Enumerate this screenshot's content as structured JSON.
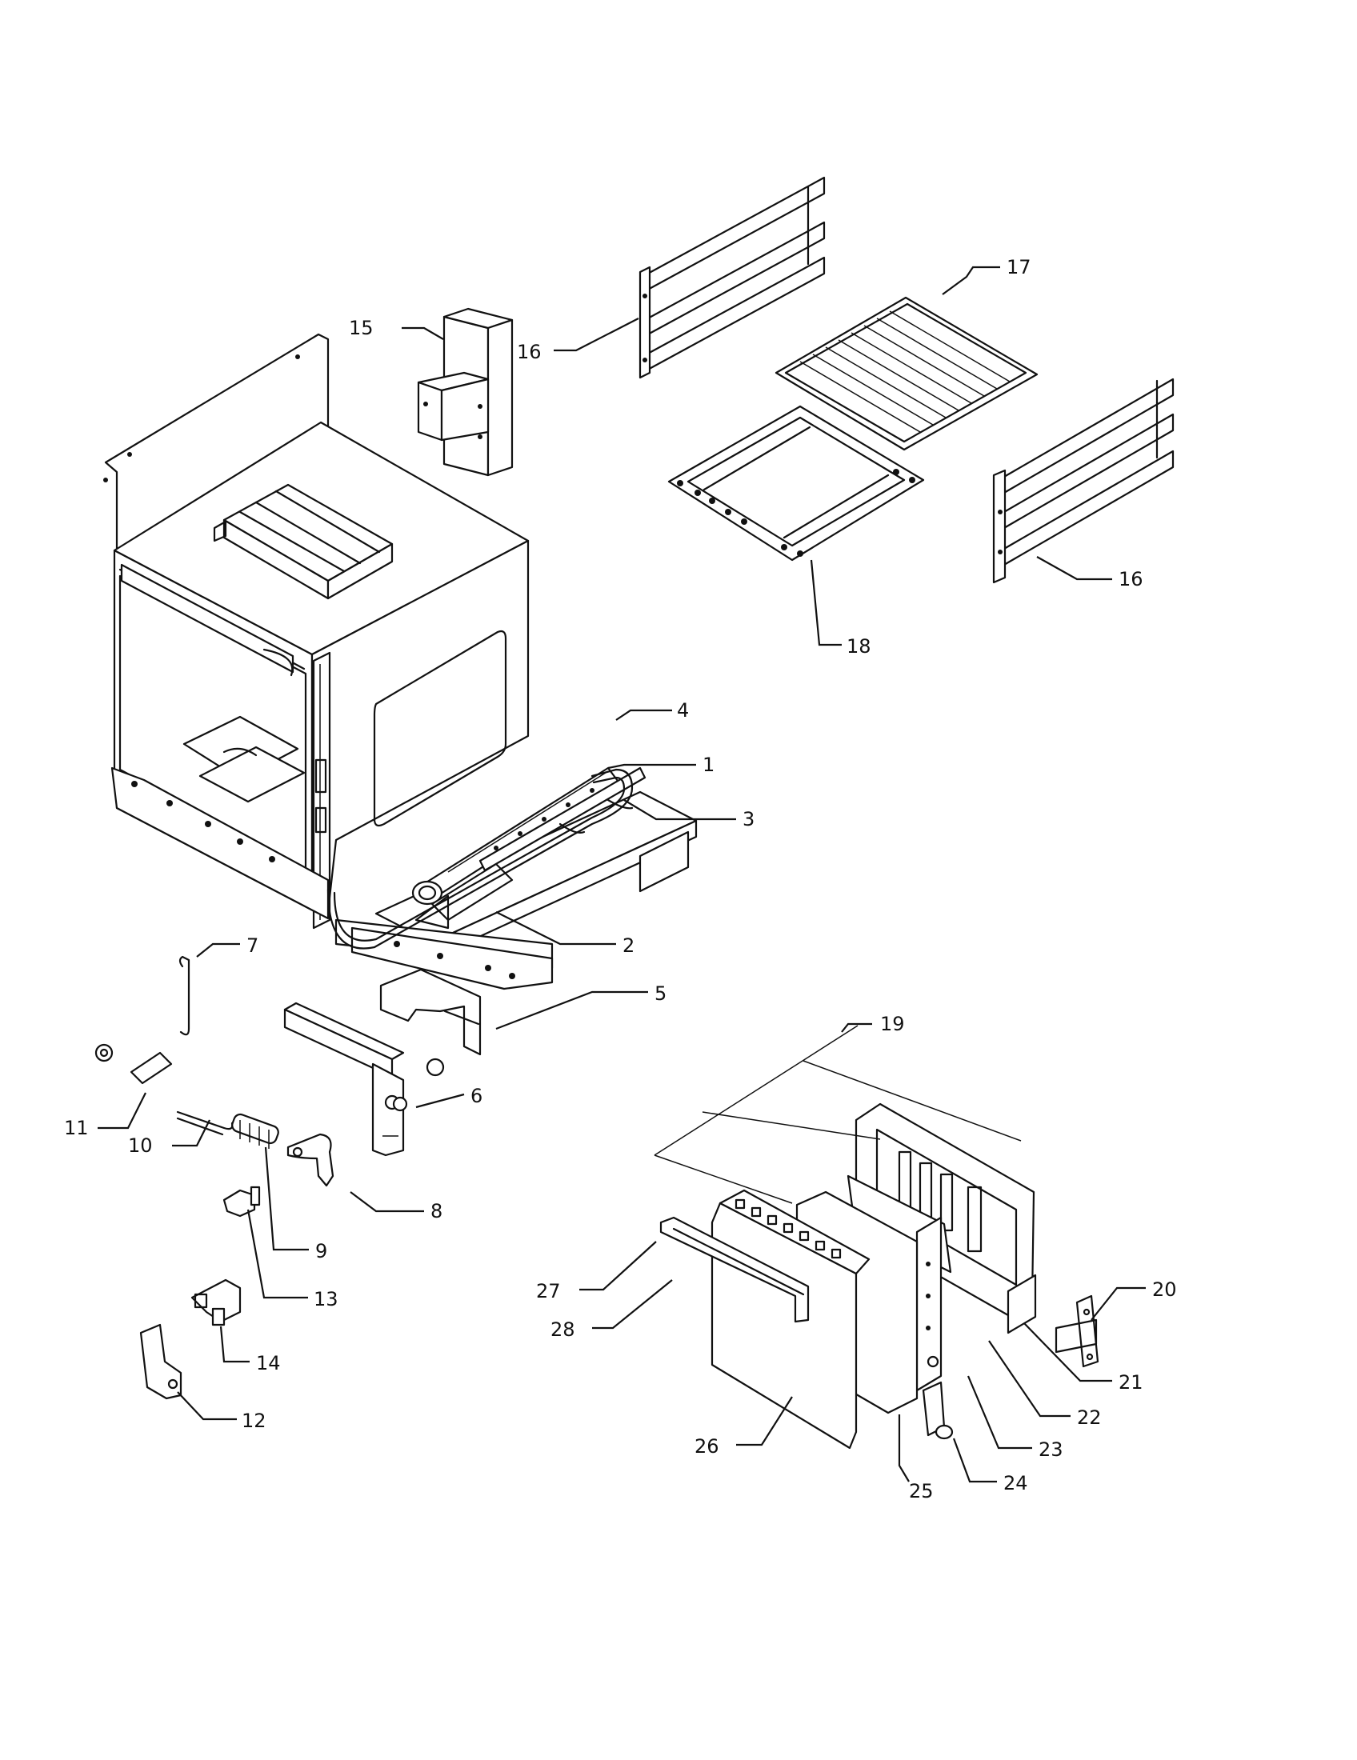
{
  "labels": [
    {
      "id": "p1",
      "text": "1"
    },
    {
      "id": "p2",
      "text": "2"
    },
    {
      "id": "p3",
      "text": "3"
    },
    {
      "id": "p4",
      "text": "4"
    },
    {
      "id": "p5",
      "text": "5"
    },
    {
      "id": "p6",
      "text": "6"
    },
    {
      "id": "p7",
      "text": "7"
    },
    {
      "id": "p8",
      "text": "8"
    },
    {
      "id": "p9",
      "text": "9"
    },
    {
      "id": "p10",
      "text": "10"
    },
    {
      "id": "p11",
      "text": "11"
    },
    {
      "id": "p12",
      "text": "12"
    },
    {
      "id": "p13",
      "text": "13"
    },
    {
      "id": "p14",
      "text": "14"
    },
    {
      "id": "p15",
      "text": "15"
    },
    {
      "id": "p16a",
      "text": "16"
    },
    {
      "id": "p16b",
      "text": "16"
    },
    {
      "id": "p17",
      "text": "17"
    },
    {
      "id": "p18",
      "text": "18"
    },
    {
      "id": "p19",
      "text": "19"
    },
    {
      "id": "p20",
      "text": "20"
    },
    {
      "id": "p21",
      "text": "21"
    },
    {
      "id": "p22",
      "text": "22"
    },
    {
      "id": "p23",
      "text": "23"
    },
    {
      "id": "p24",
      "text": "24"
    },
    {
      "id": "p25",
      "text": "25"
    },
    {
      "id": "p26",
      "text": "26"
    },
    {
      "id": "p27",
      "text": "27"
    },
    {
      "id": "p28",
      "text": "28"
    }
  ]
}
